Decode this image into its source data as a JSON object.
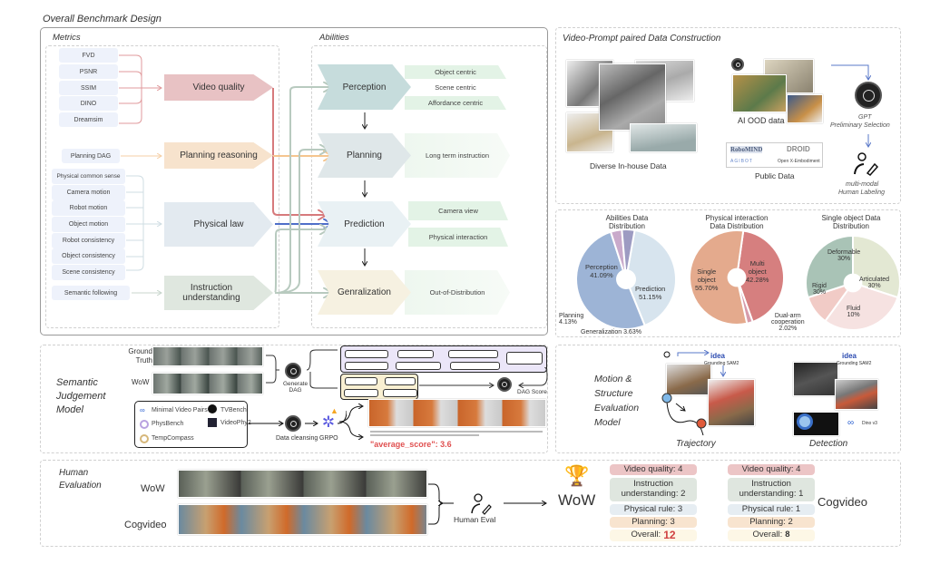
{
  "overall": {
    "title": "Overall Benchmark Design",
    "metrics_label": "Metrics",
    "abilities_label": "Abilities",
    "metrics": {
      "video_quality": [
        "FVD",
        "PSNR",
        "SSIM",
        "DINO",
        "Dreamsim"
      ],
      "planning": [
        "Planning DAG"
      ],
      "physical": [
        "Physical common sense",
        "Camera motion",
        "Robot motion",
        "Object motion",
        "Robot consistency",
        "Object consistency",
        "Scene consistency"
      ],
      "instruction": [
        "Semantic following"
      ]
    },
    "categories": [
      "Video quality",
      "Planning reasoning",
      "Physical law",
      "Instruction understanding"
    ],
    "category_colors": [
      "#e8c2c4",
      "#f7e3cd",
      "#e3eaf0",
      "#dfe7df"
    ],
    "abilities": [
      {
        "label": "Perception",
        "color": "#c6dcdc",
        "subs": [
          "Object centric",
          "Scene centric",
          "Affordance centric"
        ]
      },
      {
        "label": "Planning",
        "color": "#dfe7e9",
        "subs": [
          "Long term instruction"
        ]
      },
      {
        "label": "Prediction",
        "color": "#e9f1f4",
        "subs": [
          "Camera view",
          "Physical interaction"
        ]
      },
      {
        "label": "Genralization",
        "color": "#f6f1e1",
        "subs": [
          "Out-of-Distribution"
        ]
      }
    ],
    "line_colors": {
      "video_quality": "#d9787a",
      "planning": "#f5c58f",
      "physical": "#4f6fc9",
      "instruction": "#b8cabf"
    }
  },
  "data_construction": {
    "title": "Video-Prompt paired Data Construction",
    "inhouse_label": "Diverse In-house Data",
    "ood_label": "AI OOD data",
    "public_label": "Public Data",
    "public_logos": [
      "RoboMIND",
      "DROID",
      "AGIBOT",
      "Open X-Embodiment"
    ],
    "gpt_label": [
      "GPT",
      "Preliminary Selection"
    ],
    "human_label": [
      "multi-modal",
      "Human Labeling"
    ]
  },
  "chart_data": [
    {
      "type": "pie",
      "title": "Abilities Data Distribution",
      "title_lines": [
        "Abilities Data",
        "Distribution"
      ],
      "categories": [
        "Perception",
        "Prediction",
        "Generalization",
        "Planning"
      ],
      "values": [
        41.09,
        51.15,
        3.63,
        4.13
      ],
      "labels": [
        "Perception 41.09%",
        "Prediction 51.15%",
        "Generalization 3.63%",
        "Planning 4.13%"
      ],
      "colors": [
        "#d7e4ee",
        "#9db4d6",
        "#c9aacb",
        "#9d9bc2"
      ]
    },
    {
      "type": "pie",
      "title": "Physical interaction Data Distribution",
      "title_lines": [
        "Physical interaction",
        "Data Distribution"
      ],
      "categories": [
        "Multi object",
        "Dual-arm cooperation",
        "Single object"
      ],
      "values": [
        42.28,
        2.02,
        55.7
      ],
      "labels": [
        "Multi object 42.28%",
        "Dual-arm cooperation 2.02%",
        "Single object 55.70%"
      ],
      "colors": [
        "#d67f7f",
        "#d79cab",
        "#e4aa8d"
      ]
    },
    {
      "type": "pie",
      "title": "Single object Data Distribution",
      "title_lines": [
        "Single object  Data",
        "Distribution"
      ],
      "categories": [
        "Deformable",
        "Articulated",
        "Fluid",
        "Rigid"
      ],
      "values": [
        30,
        30,
        10,
        30
      ],
      "labels": [
        "Deformable 30%",
        "Articulated 30%",
        "Fluid 10%",
        "Rigid 30%"
      ],
      "colors": [
        "#e3e8d3",
        "#f6e2e1",
        "#f1cbc6",
        "#a9c3b6"
      ]
    }
  ],
  "pie_text": {
    "p1": {
      "perception": [
        "Perception",
        "41.09%"
      ],
      "prediction": [
        "Prediction",
        "51.15%"
      ],
      "planning": [
        "Planning",
        "4.13%"
      ],
      "generalization": "Generalization 3.63%"
    },
    "p2": {
      "single": [
        "Single",
        "object",
        "55.70%"
      ],
      "multi": [
        "Multi",
        "object",
        "42.28%"
      ],
      "dual": [
        "Dual-arm",
        "cooperation",
        "2.02%"
      ]
    },
    "p3": {
      "deformable": [
        "Deformable",
        "30%"
      ],
      "articulated": [
        "Articulated",
        "30%"
      ],
      "fluid": [
        "Fluid",
        "10%"
      ],
      "rigid": [
        "Rigid",
        "30%"
      ]
    }
  },
  "semantic": {
    "title": [
      "Semantic",
      "Judgement",
      "Model"
    ],
    "ground_truth": [
      "Ground",
      "Truth"
    ],
    "wow": "WoW",
    "generate_dag": [
      "Generate",
      "DAG"
    ],
    "dag_score": "DAG Score",
    "datasets": [
      "Minimal Video Pairs",
      "TVBench",
      "PhysBench",
      "VideoPhy2",
      "TempCompass"
    ],
    "data_cleansing": "Data cleansing",
    "grpo": "GRPO",
    "avg_key": "\"average_score\"",
    "avg_value": ": 3.6"
  },
  "motion": {
    "title": [
      "Motion &",
      "Structure",
      "Evaluation",
      "Model"
    ],
    "trajectory": "Trajectory",
    "detection": "Detection",
    "grounding": "Grounding SAM2",
    "dino": "Dino v3",
    "idea": "idea"
  },
  "human": {
    "title": [
      "Human",
      "Evaluation"
    ],
    "wow": "WoW",
    "cogvideo": "Cogvideo",
    "human_eval": "Human Eval",
    "winner": "WoW",
    "wow_scores": [
      "Video quality: 4",
      "Instruction understanding: 2",
      "Physical rule: 3",
      "Planning: 3"
    ],
    "wow_overall_label": "Overall: ",
    "wow_overall": "12",
    "cog_scores": [
      "Video quality: 4",
      "Instruction understanding: 1",
      "Physical rule: 1",
      "Planning: 2"
    ],
    "cog_overall_label": "Overall: ",
    "cog_overall": "8",
    "score_colors": [
      "#ecc5c6",
      "#dfe6df",
      "#e6edf2",
      "#f8e4cf",
      "#fdf7e6"
    ]
  }
}
